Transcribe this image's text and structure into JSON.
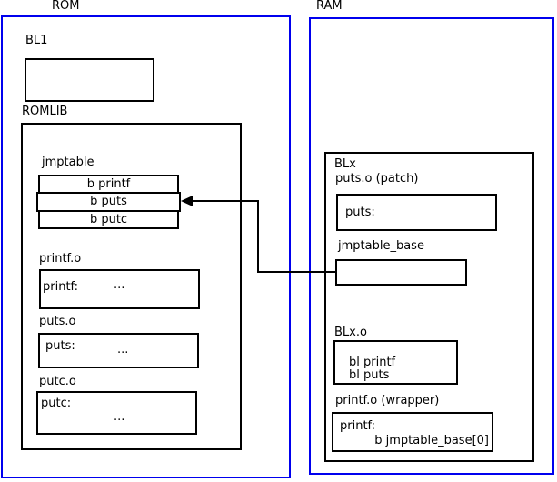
{
  "colors": {
    "frame_blue": "#0000ee",
    "line_black": "#000000",
    "background": "#ffffff"
  },
  "rom": {
    "title": "ROM",
    "bl1": {
      "label": "BL1"
    },
    "romlib": {
      "label": "ROMLIB",
      "jmptable": {
        "label": "jmptable",
        "entries": [
          "b printf",
          "b puts",
          "b putc"
        ]
      },
      "objects": [
        {
          "label": "printf.o",
          "symbol": "printf:",
          "body": "..."
        },
        {
          "label": "puts.o",
          "symbol": "puts:",
          "body": "..."
        },
        {
          "label": "putc.o",
          "symbol": "putc:",
          "body": "..."
        }
      ]
    }
  },
  "ram": {
    "title": "RAM",
    "blx": {
      "label": "BLx",
      "puts_patch": {
        "label": "puts.o (patch)",
        "symbol": "puts:"
      },
      "jmptable_base": {
        "label": "jmptable_base"
      },
      "blx_o": {
        "label": "BLx.o",
        "instructions": [
          "bl printf",
          "bl puts"
        ]
      },
      "printf_wrapper": {
        "label": "printf.o (wrapper)",
        "symbol": "printf:",
        "instruction": "b jmptable_base[0]"
      }
    }
  }
}
